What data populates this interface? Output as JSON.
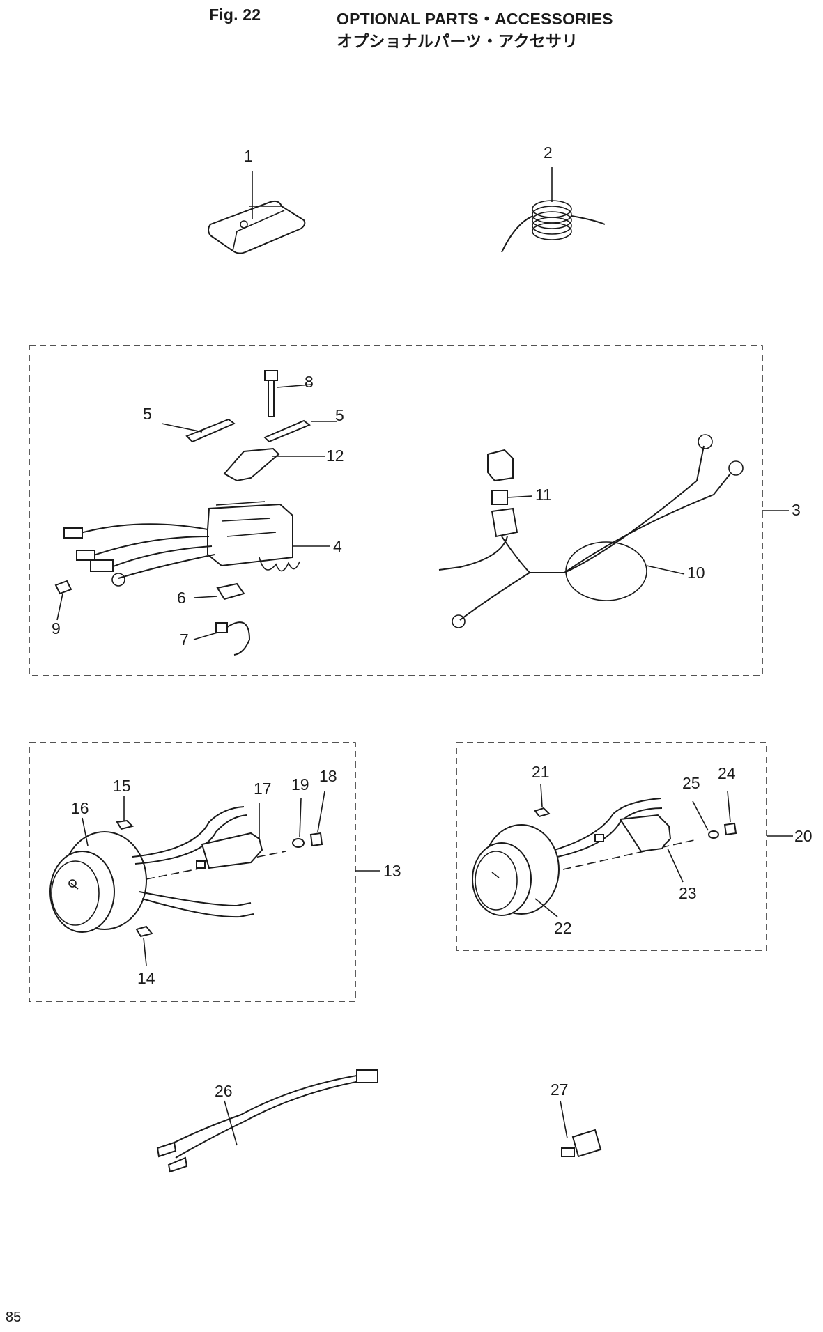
{
  "header": {
    "figure": "Fig. 22",
    "title_en": "OPTIONAL PARTS・ACCESSORIES",
    "title_jp": "オプショナルパーツ・アクセサリ"
  },
  "page_number": "85",
  "callouts": [
    "1",
    "2",
    "3",
    "4",
    "5",
    "5",
    "6",
    "7",
    "8",
    "9",
    "10",
    "11",
    "12",
    "13",
    "14",
    "15",
    "16",
    "17",
    "18",
    "19",
    "20",
    "21",
    "22",
    "23",
    "24",
    "25",
    "26",
    "27"
  ]
}
